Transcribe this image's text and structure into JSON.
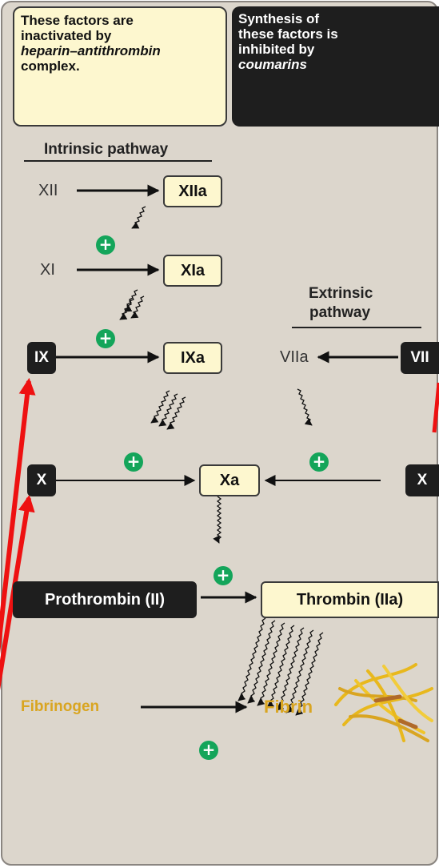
{
  "legend": {
    "heparin_line1": "These factors are",
    "heparin_line2": "inactivated by",
    "heparin_line3": "heparin–antithrombin",
    "heparin_line4": "complex.",
    "coumarin_line1": "Synthesis of",
    "coumarin_line2": "these factors is",
    "coumarin_line3": "inhibited by",
    "coumarin_line4": "coumarins"
  },
  "pathways": {
    "intrinsic_title": "Intrinsic pathway",
    "extrinsic_title_line1": "Extrinsic",
    "extrinsic_title_line2": "pathway"
  },
  "factors": {
    "xii": "XII",
    "xiia": "XIIa",
    "xi": "XI",
    "xia": "XIa",
    "ix": "IX",
    "ixa": "IXa",
    "vii": "VII",
    "viia": "VIIa",
    "x_left": "X",
    "xa": "Xa",
    "x_right": "X",
    "prothrombin": "Prothrombin (II)",
    "thrombin": "Thrombin (IIa)",
    "fibrinogen": "Fibrinogen",
    "fibrin": "Fibrin"
  },
  "plus_sign": "+",
  "colors": {
    "panel": "#dcd6cc",
    "light_box": "#fdf7cf",
    "dark_box": "#1e1e1e",
    "plus_green": "#14a55a",
    "fibrin_gold": "#d9a521",
    "red_arrow": "#ee1111"
  }
}
